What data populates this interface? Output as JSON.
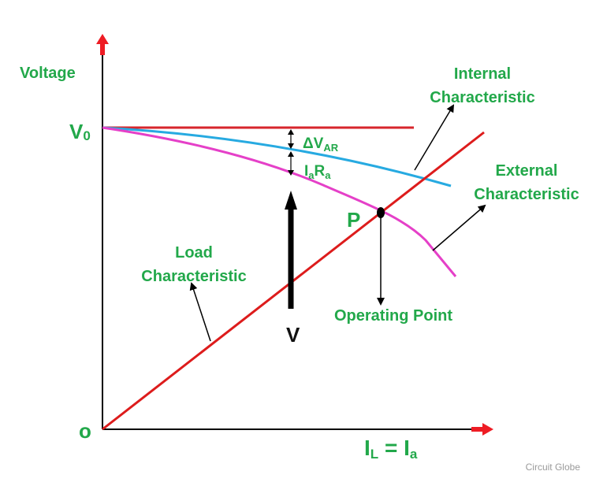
{
  "diagram": {
    "labels": {
      "y_axis": "Voltage",
      "origin": "o",
      "v0_main": "V",
      "v0_sub": "0",
      "internal_line1": "Internal",
      "internal_line2": "Characteristic",
      "external_line1": "External",
      "external_line2": "Characteristic",
      "load_line1": "Load",
      "load_line2": "Characteristic",
      "operating_point": "Operating Point",
      "p": "P",
      "v": "V",
      "delta_main": "ΔV",
      "delta_sub": "AR",
      "iara_i": "I",
      "iara_a1": "a",
      "iara_r": "R",
      "iara_a2": "a",
      "x_left_main": "I",
      "x_left_sub": "L",
      "x_eq": " = I",
      "x_right_sub": "a"
    },
    "watermark": "Circuit Globe",
    "colors": {
      "axes": "#000000",
      "axis_arrows": "#ee1c24",
      "no_load_line": "#d7262c",
      "internal_curve": "#27aae1",
      "external_curve": "#e540c8",
      "load_line": "#dd1c1c",
      "label_green": "#22a84a"
    }
  }
}
